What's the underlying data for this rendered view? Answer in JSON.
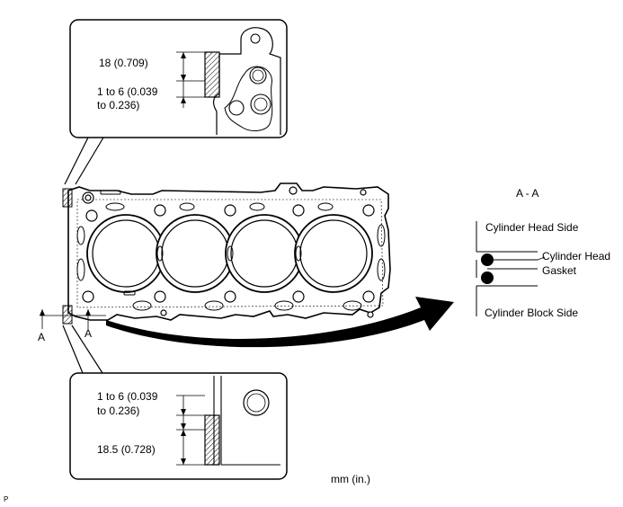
{
  "callout_top": {
    "dim_height": "18 (0.709)",
    "dim_range_line1": "1 to 6 (0.039",
    "dim_range_line2": "to 0.236)"
  },
  "callout_bottom": {
    "dim_range_line1": "1 to 6 (0.039",
    "dim_range_line2": "to 0.236)",
    "dim_height": "18.5 (0.728)"
  },
  "section_markers": {
    "left": "A",
    "right": "A"
  },
  "section_view": {
    "title": "A - A",
    "head_side": "Cylinder Head Side",
    "gasket_line1": "Cylinder Head",
    "gasket_line2": "Gasket",
    "block_side": "Cylinder Block Side"
  },
  "units": "mm (in.)",
  "corner_mark": "P"
}
